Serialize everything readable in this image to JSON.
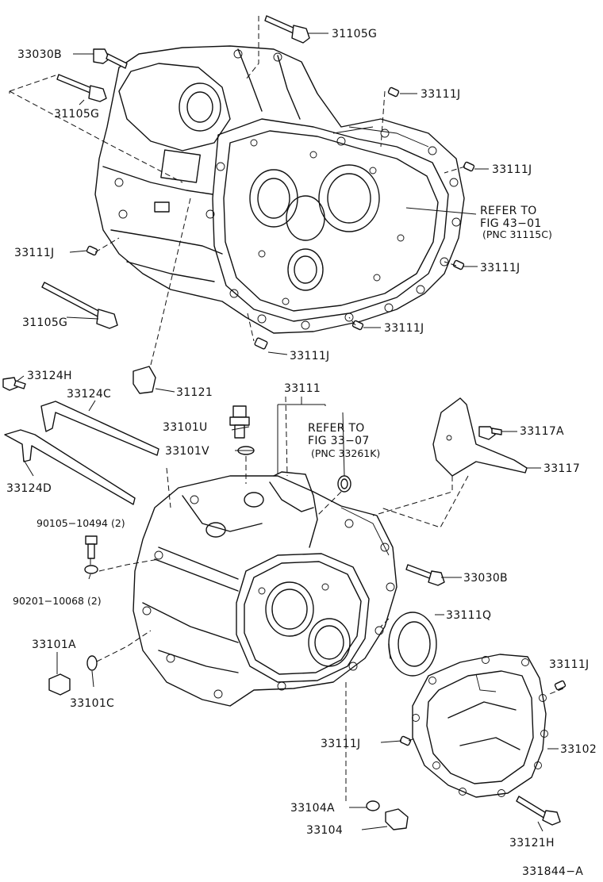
{
  "labels": {
    "p31105G_top": "31105G",
    "p33030B_top": "33030B",
    "p31105G_left": "31105G",
    "p33111J_1": "33111J",
    "p33111J_2": "33111J",
    "p33111J_3": "33111J",
    "p33111J_4": "33111J",
    "p33111J_5": "33111J",
    "p33111J_6": "33111J",
    "p33111J_7": "33111J",
    "p33111J_8": "33111J",
    "p31105G_bottom": "31105G",
    "p33124H": "33124H",
    "p33124C": "33124C",
    "p33124D": "33124D",
    "p31121": "31121",
    "p33111": "33111",
    "p33101U": "33101U",
    "p33101V": "33101V",
    "p33117A": "33117A",
    "p33117": "33117",
    "p90105": "90105−10494 (2)",
    "p90201": "90201−10068 (2)",
    "p33030B_right": "33030B",
    "p33111Q": "33111Q",
    "p33101A": "33101A",
    "p33101C": "33101C",
    "p33102": "33102",
    "p33104A": "33104A",
    "p33104": "33104",
    "p33121H": "33121H",
    "figure_code": "331844−A"
  },
  "refer1": {
    "line1": "REFER TO",
    "line2": "FIG 43−01",
    "line3": "(PNC 31115C)"
  },
  "refer2": {
    "line1": "REFER TO",
    "line2": "FIG 33−07",
    "line3": "(PNC 33261K)"
  }
}
